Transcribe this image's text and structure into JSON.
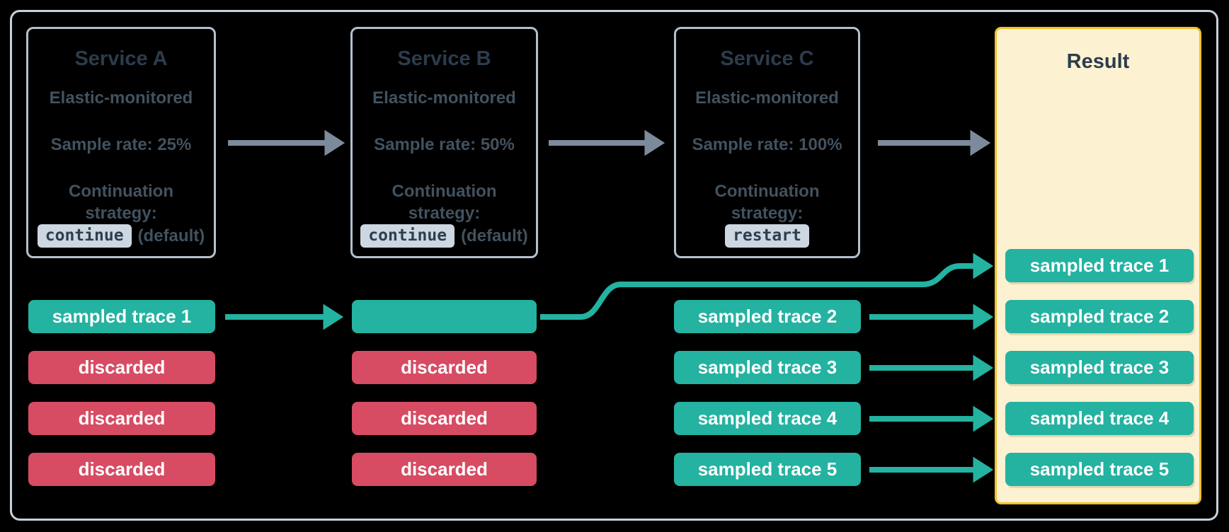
{
  "services": [
    {
      "title": "Service A",
      "monitoring": "Elastic-monitored",
      "sample_rate": "Sample rate: 25%",
      "continuation_line1": "Continuation",
      "continuation_line2": "strategy:",
      "strategy_code": "continue",
      "strategy_suffix": "(default)"
    },
    {
      "title": "Service B",
      "monitoring": "Elastic-monitored",
      "sample_rate": "Sample rate: 50%",
      "continuation_line1": "Continuation",
      "continuation_line2": "strategy:",
      "strategy_code": "continue",
      "strategy_suffix": "(default)"
    },
    {
      "title": "Service C",
      "monitoring": "Elastic-monitored",
      "sample_rate": "Sample rate: 100%",
      "continuation_line1": "Continuation",
      "continuation_line2": "strategy:",
      "strategy_code": "restart",
      "strategy_suffix": ""
    }
  ],
  "columns": [
    {
      "pills": [
        {
          "label": "sampled trace 1",
          "type": "sampled"
        },
        {
          "label": "discarded",
          "type": "discarded"
        },
        {
          "label": "discarded",
          "type": "discarded"
        },
        {
          "label": "discarded",
          "type": "discarded"
        }
      ]
    },
    {
      "pills": [
        {
          "label": "",
          "type": "sampled"
        },
        {
          "label": "discarded",
          "type": "discarded"
        },
        {
          "label": "discarded",
          "type": "discarded"
        },
        {
          "label": "discarded",
          "type": "discarded"
        }
      ]
    },
    {
      "pills": [
        {
          "label": "sampled trace 2",
          "type": "sampled"
        },
        {
          "label": "sampled trace 3",
          "type": "sampled"
        },
        {
          "label": "sampled trace 4",
          "type": "sampled"
        },
        {
          "label": "sampled trace 5",
          "type": "sampled"
        }
      ]
    }
  ],
  "result": {
    "title": "Result",
    "pills": [
      "sampled trace 1",
      "sampled trace 2",
      "sampled trace 3",
      "sampled trace 4",
      "sampled trace 5"
    ]
  },
  "colors": {
    "sampled_teal": "#24b2a1",
    "discarded_red": "#d74b63",
    "arrow_gray": "#7b8b9c",
    "result_background": "#fcf1d1",
    "result_border": "#f1c12c",
    "service_box_border": "#b3c0cd",
    "outer_frame_border": "#c7d1db",
    "title_text": "#2c3c4c",
    "body_text": "#42525f",
    "code_pill_background": "#cdd7e1"
  }
}
